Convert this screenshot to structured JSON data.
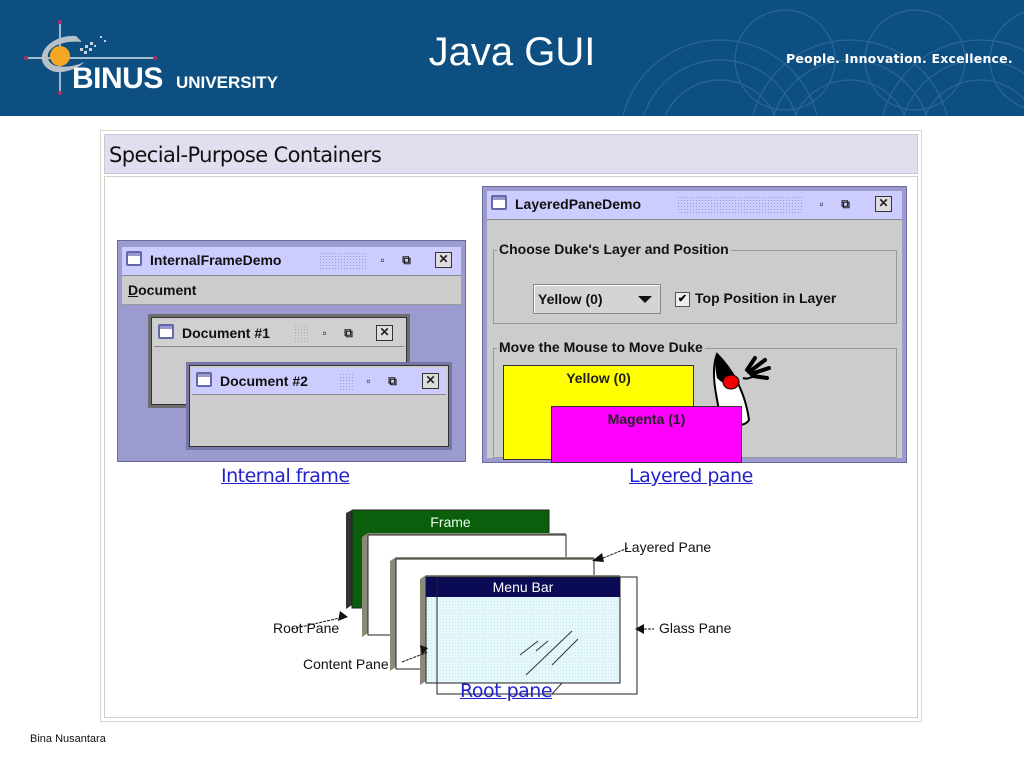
{
  "header": {
    "logo_primary": "BINUS",
    "logo_secondary": "UNIVERSITY",
    "title": "Java GUI",
    "tagline": "People. Innovation. Excellence.",
    "colors": {
      "background": "#0e4f82",
      "logo_orb": "#f5a623"
    }
  },
  "figure": {
    "heading": "Special-Purpose Containers",
    "internal_frame_demo": {
      "title": "InternalFrameDemo",
      "menu": "Document",
      "documents": [
        {
          "title": "Document #1",
          "active": false
        },
        {
          "title": "Document #2",
          "active": true
        }
      ],
      "caption": "Internal frame"
    },
    "layered_pane_demo": {
      "title": "LayeredPaneDemo",
      "group1_label": "Choose Duke's Layer and Position",
      "layer_select": {
        "value": "Yellow (0)"
      },
      "top_position_checkbox": {
        "label": "Top Position in Layer",
        "checked": true,
        "mark": "✔"
      },
      "group2_label": "Move the Mouse to Move Duke",
      "layers": [
        {
          "label": "Yellow (0)",
          "color": "#ffff00"
        },
        {
          "label": "Magenta (1)",
          "color": "#ff00ff"
        }
      ],
      "caption": "Layered pane"
    },
    "root_pane_diagram": {
      "frame_label": "Frame",
      "menu_bar_label": "Menu Bar",
      "callouts": {
        "layered_pane": "Layered Pane",
        "root_pane": "Root Pane",
        "content_pane": "Content Pane",
        "glass_pane": "Glass Pane"
      },
      "caption": "Root pane",
      "colors": {
        "frame": "#0b5e0b",
        "menu_bar": "#0b0b55",
        "glass": "#e4f8fb"
      }
    },
    "window_buttons": {
      "iconify": "▫",
      "maximize": "⧉",
      "close": "✕"
    }
  },
  "footer": {
    "text": "Bina Nusantara"
  }
}
